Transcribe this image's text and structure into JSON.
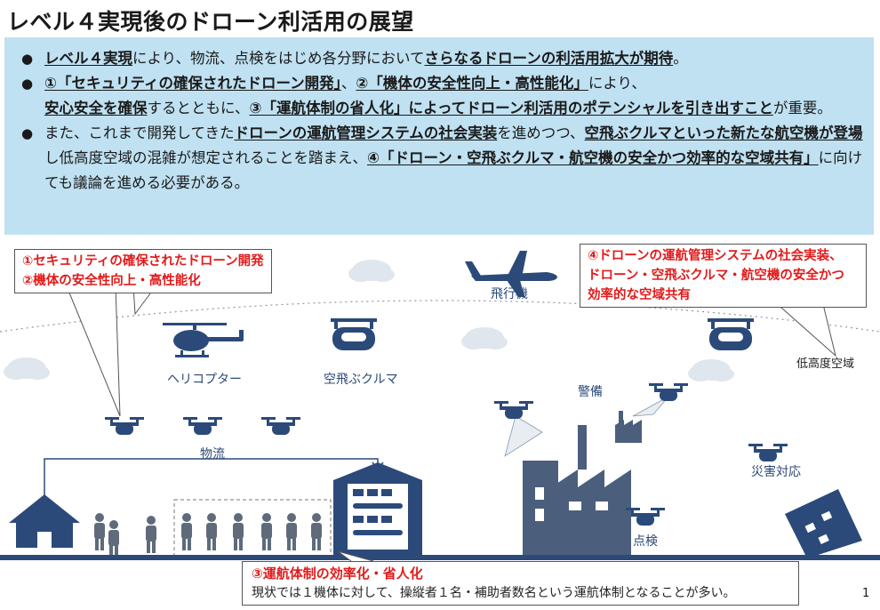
{
  "title": "レベル４実現後のドローン利活用の展望",
  "bullets": [
    [
      "レベル４実現",
      "により、物流、点検をはじめ各分野において",
      "さらなるドローンの利活用拡大が期待",
      "。"
    ],
    [
      "①「セキュリティの確保されたドローン開発」",
      "、",
      "②「機体の安全性向上・高性能化」",
      "により、"
    ],
    [
      "安心安全を確保",
      "するとともに、",
      "③「運航体制の省人化」によってドローン利活用のポテンシャルを引き出すこと",
      "が重要。"
    ],
    [
      "また、これまで開発してきた",
      "ドローンの運航管理システムの社会実装",
      "を進めつつ、",
      "空飛ぶクルマといった新たな航空機が登場",
      "し低高度空域の混雑が想定されることを踏まえ、",
      "④「ドローン・空飛ぶクルマ・航空機の安全かつ効率的な空域共有」",
      "に向けても議論を進める必要がある。"
    ]
  ],
  "callouts": {
    "left": [
      "①セキュリティの確保されたドローン開発",
      "②機体の安全性向上・高性能化"
    ],
    "right": [
      "④ドローンの運航管理システムの社会実装、",
      "ドローン・空飛ぶクルマ・航空機の安全かつ",
      "効率的な空域共有"
    ]
  },
  "labels": {
    "airplane": "飛行機",
    "helicopter": "ヘリコプター",
    "flying_car": "空飛ぶクルマ",
    "low_airspace": "低高度空域",
    "security": "警備",
    "logistics": "物流",
    "disaster": "災害対応",
    "inspection": "点検"
  },
  "bottom_note": {
    "heading": "③運航体制の効率化・省人化",
    "text": "現状では１機体に対して、操縦者１名・補助者数名という運航体制となることが多い。"
  },
  "page_number": "1",
  "colors": {
    "accent_red": "#e11b1b",
    "icon_navy": "#2b4a7a",
    "box_blue": "#bfe1f2"
  }
}
